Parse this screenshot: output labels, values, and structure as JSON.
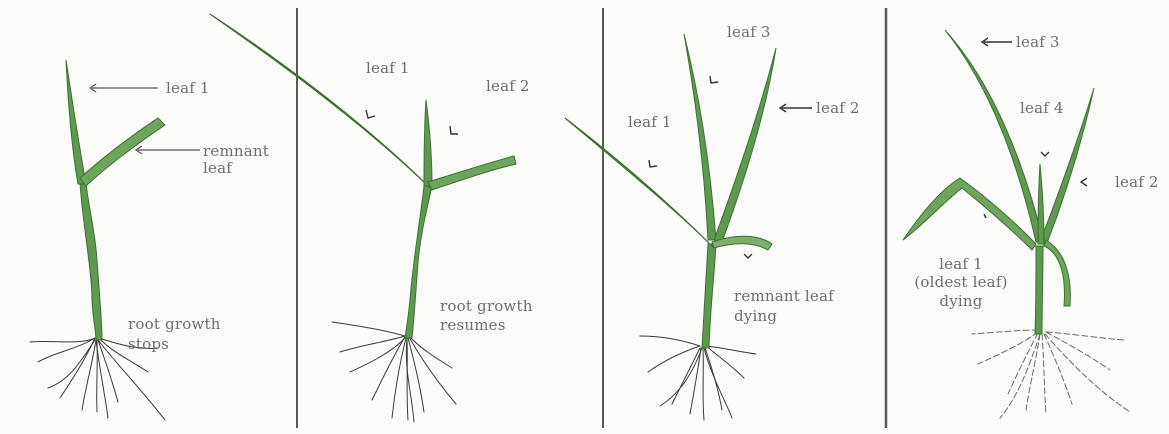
{
  "colors": {
    "stem": "#5d9a4f",
    "stem_dark": "#3f6e35",
    "root": "#3a3a3a",
    "divider": "#5a5a5a",
    "label": "#6e6e6e"
  },
  "panels": [
    {
      "labels": {
        "leaf1": "leaf 1",
        "remnant_l1": "remnant",
        "remnant_l2": "leaf",
        "root_l1": "root growth",
        "root_l2": "stops"
      }
    },
    {
      "labels": {
        "leaf1": "leaf 1",
        "leaf2": "leaf 2",
        "root_l1": "root growth",
        "root_l2": "resumes"
      }
    },
    {
      "labels": {
        "leaf1": "leaf 1",
        "leaf2": "leaf 2",
        "leaf3": "leaf 3",
        "remnant_l1": "remnant leaf",
        "remnant_l2": "dying"
      }
    },
    {
      "labels": {
        "leaf1_l1": "leaf 1",
        "leaf1_l2": "(oldest leaf)",
        "leaf1_l3": "dying",
        "leaf2": "leaf 2",
        "leaf3": "leaf 3",
        "leaf4": "leaf 4"
      }
    }
  ]
}
